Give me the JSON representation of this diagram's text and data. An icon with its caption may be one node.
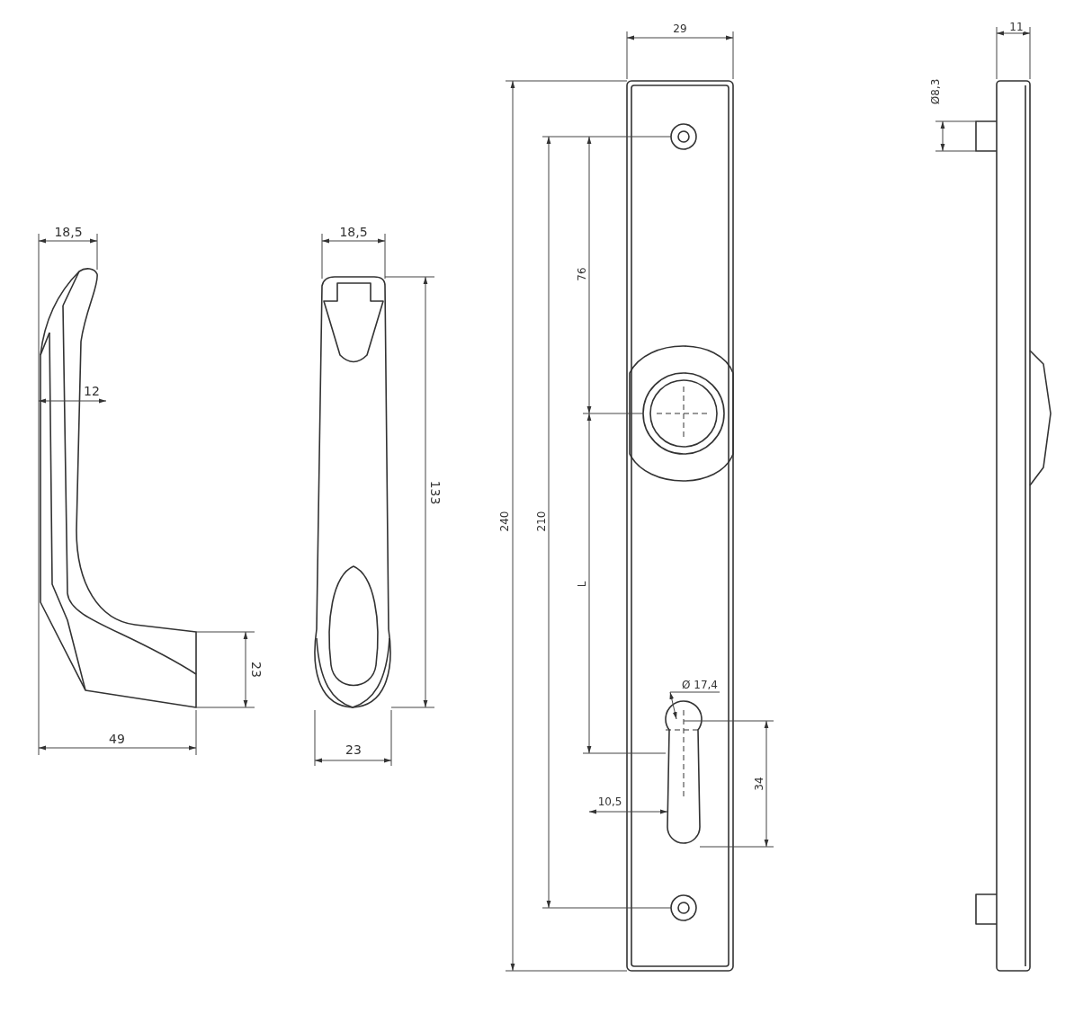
{
  "diagram": {
    "labels": [
      "18,5",
      "12",
      "23",
      "49",
      "18,5",
      "133",
      "23",
      "29",
      "240",
      "210",
      "76",
      "L",
      "Ø 17,4",
      "10,5",
      "34",
      "11",
      "Ø8,3"
    ]
  }
}
